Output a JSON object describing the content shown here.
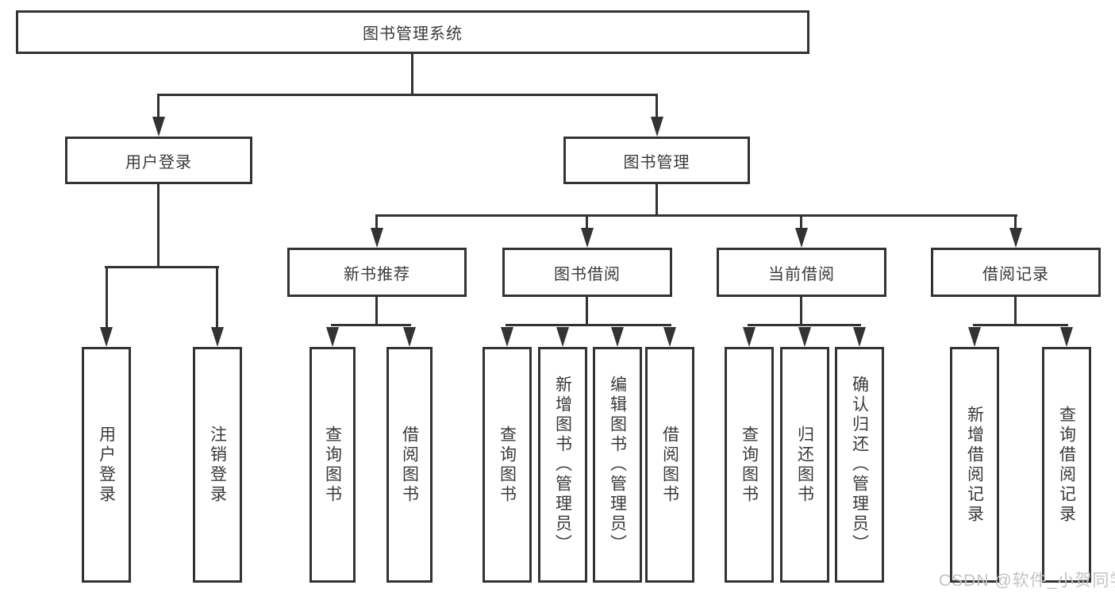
{
  "diagram_type": "hierarchy-tree",
  "watermark": "CSDN @软件_小贺同学",
  "colors": {
    "line": "#333333",
    "box_border": "#333333",
    "text": "#3a3a3a",
    "background": "#ffffff",
    "watermark": "#c3c3c3"
  },
  "tree": {
    "label": "图书管理系统",
    "children": [
      {
        "label": "用户登录",
        "children": [
          {
            "label": "用户登录"
          },
          {
            "label": "注销登录"
          }
        ]
      },
      {
        "label": "图书管理",
        "children": [
          {
            "label": "新书推荐",
            "children": [
              {
                "label": "查询图书"
              },
              {
                "label": "借阅图书"
              }
            ]
          },
          {
            "label": "图书借阅",
            "children": [
              {
                "label": "查询图书"
              },
              {
                "label": "新增图书（管理员）"
              },
              {
                "label": "编辑图书（管理员）"
              },
              {
                "label": "借阅图书"
              }
            ]
          },
          {
            "label": "当前借阅",
            "children": [
              {
                "label": "查询图书"
              },
              {
                "label": "归还图书"
              },
              {
                "label": "确认归还（管理员）"
              }
            ]
          },
          {
            "label": "借阅记录",
            "children": [
              {
                "label": "新增借阅记录"
              },
              {
                "label": "查询借阅记录"
              }
            ]
          }
        ]
      }
    ]
  }
}
